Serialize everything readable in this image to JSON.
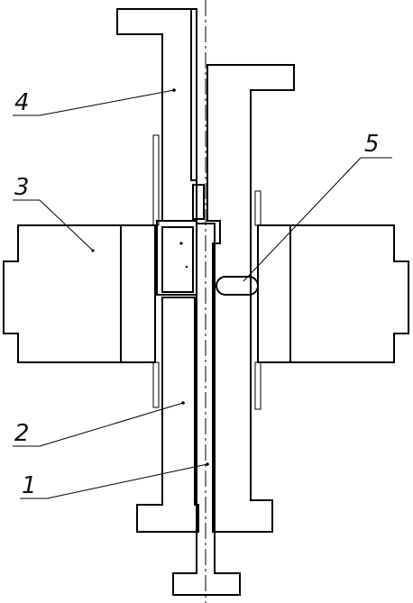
{
  "labels": [
    {
      "id": "leader-4",
      "text": "4"
    },
    {
      "id": "leader-5",
      "text": "5"
    },
    {
      "id": "leader-3",
      "text": "3"
    },
    {
      "id": "leader-2",
      "text": "2"
    },
    {
      "id": "leader-1",
      "text": "1"
    }
  ]
}
